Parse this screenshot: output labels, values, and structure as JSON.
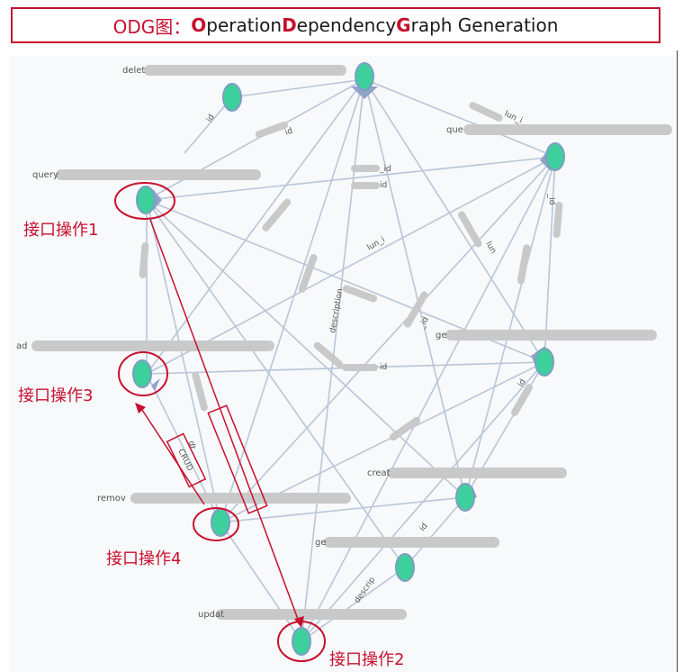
{
  "header": {
    "title_prefix": "ODG图：",
    "title_parts": [
      {
        "cap": "O",
        "rest": "peration "
      },
      {
        "cap": "D",
        "rest": "ependency "
      },
      {
        "cap": "G",
        "rest": "raph Generation"
      }
    ]
  },
  "nodes": {
    "n1": {
      "prefix": "delet"
    },
    "n3": {
      "prefix": "que"
    },
    "n4": {
      "prefix": "query"
    },
    "n5": {
      "prefix": "ad"
    },
    "n6": {
      "prefix": "ge"
    },
    "n7": {
      "prefix": "remov"
    },
    "n8": {
      "prefix": "creat"
    },
    "n9": {
      "prefix": "ge"
    },
    "n10": {
      "prefix": "updat"
    }
  },
  "edge_labels": {
    "e1": "id",
    "e2": "id",
    "e3": "_id",
    "e4": "lun_i",
    "e5": "lun_i",
    "e6": "id",
    "e7": "lun",
    "e8": "_id",
    "e9": "description",
    "e10": "_id",
    "e11": "id",
    "e12": "id",
    "e13": "dt",
    "e14": "id",
    "e15": "descrip"
  },
  "annotations": {
    "op1": "接口操作1",
    "op2": "接口操作2",
    "op3": "接口操作3",
    "op4": "接口操作4",
    "crud": "CRUD"
  }
}
